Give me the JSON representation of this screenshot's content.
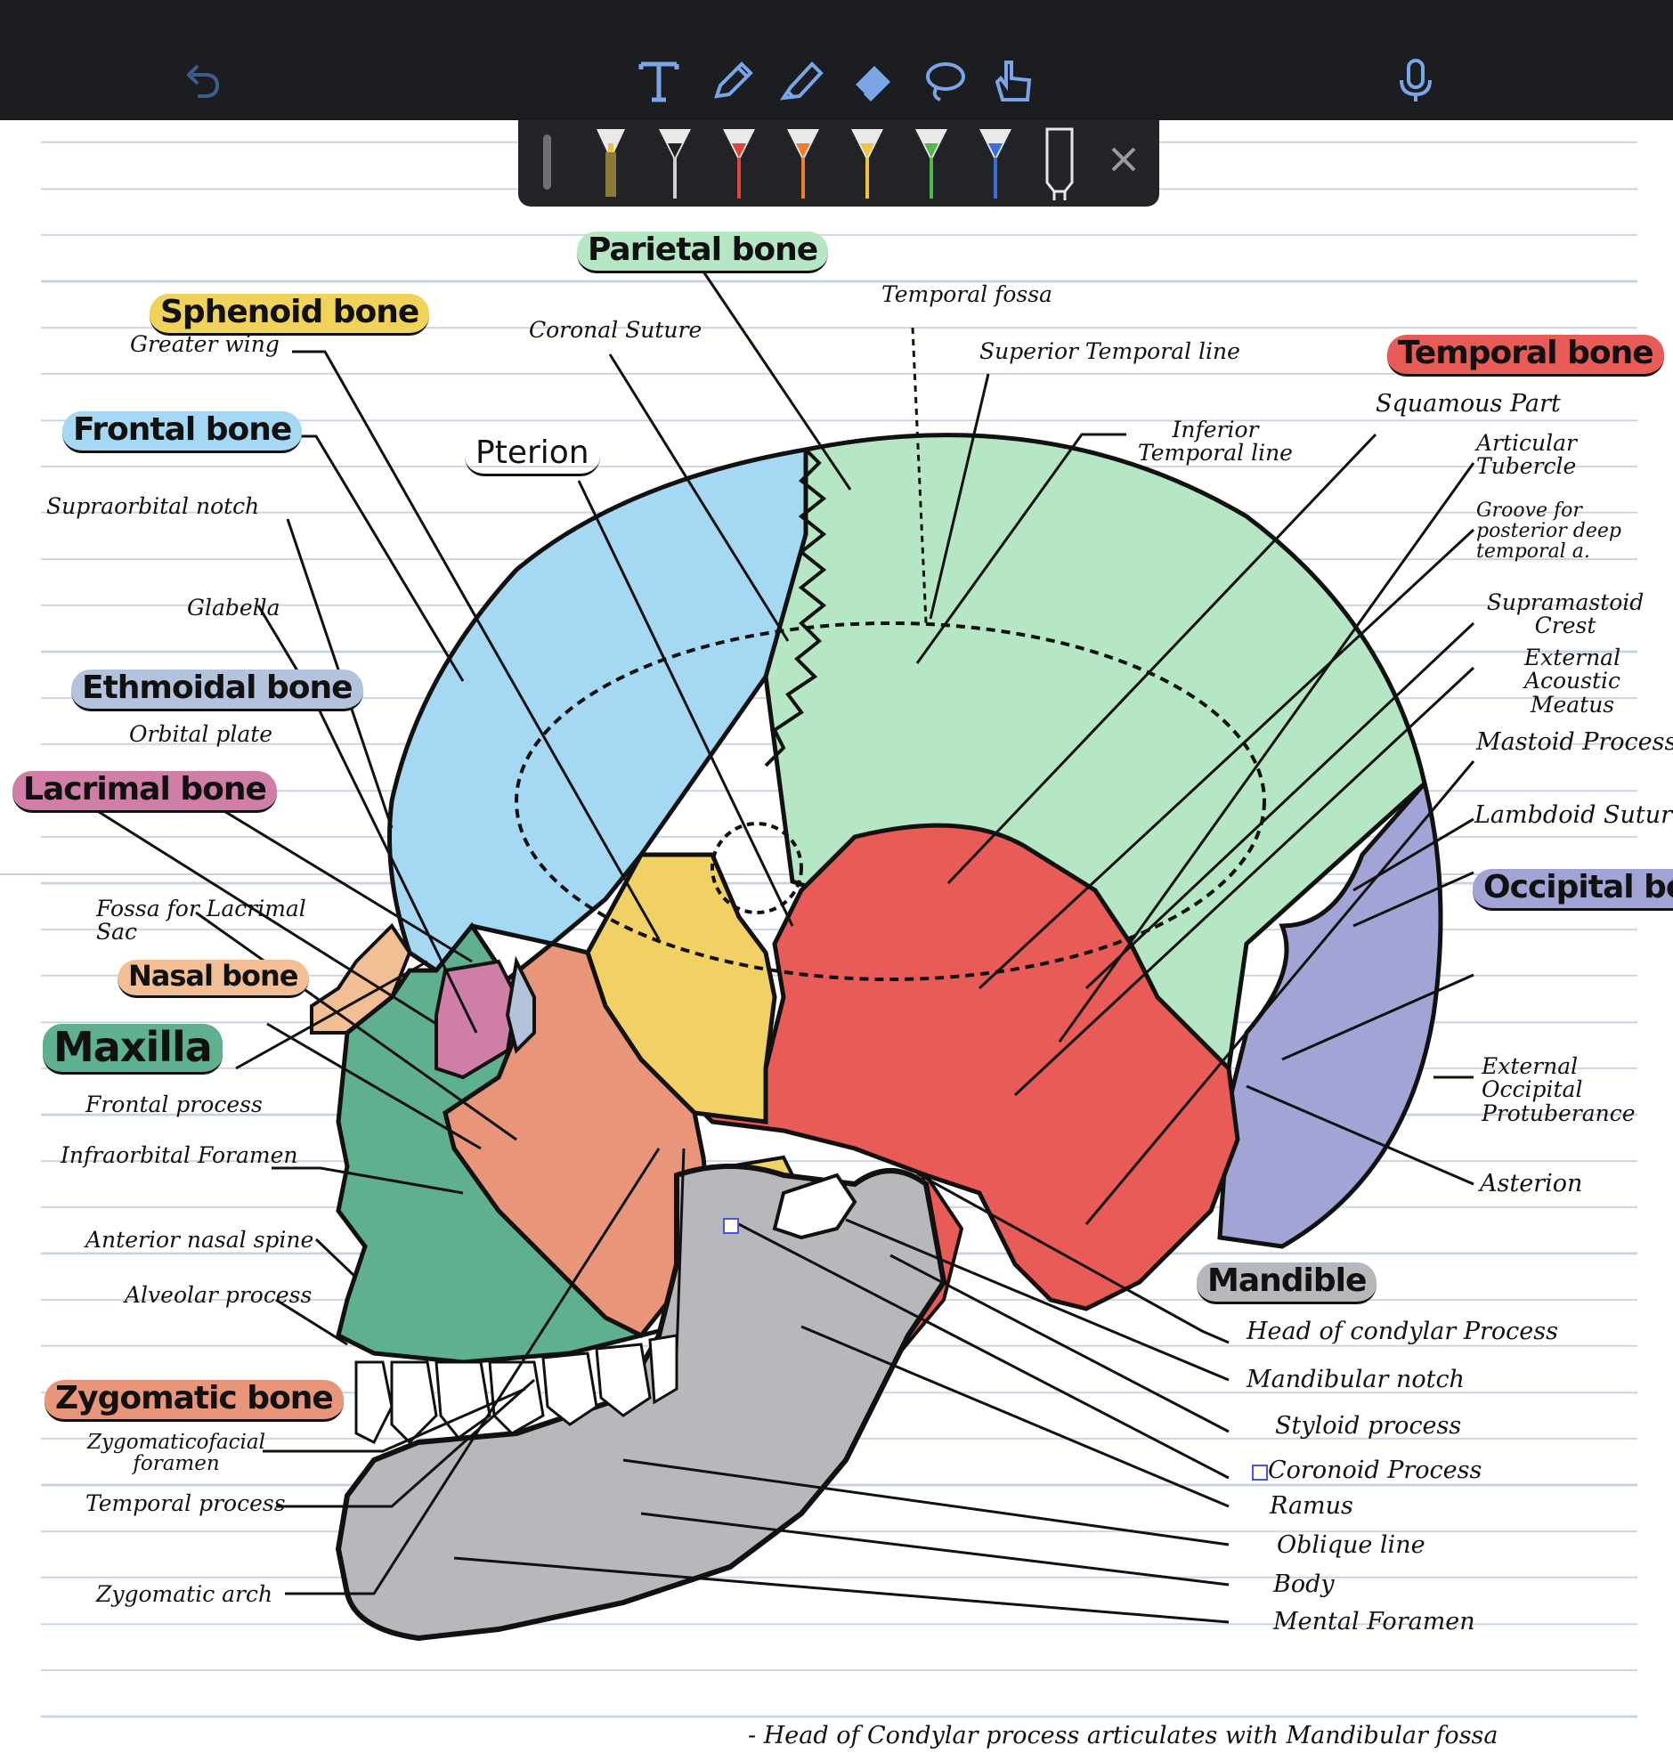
{
  "toolbar": {
    "icons": [
      "undo-icon",
      "text-icon",
      "pen-icon",
      "highlighter-icon",
      "eraser-icon",
      "lasso-icon",
      "touch-icon",
      "microphone-icon"
    ],
    "pens": [
      {
        "name": "pencil-thin",
        "color": "#9aa0a6"
      },
      {
        "name": "highlighter-olive",
        "color": "#8b7b3a"
      },
      {
        "name": "pen-black",
        "color": "#222222"
      },
      {
        "name": "pen-red",
        "color": "#e0443a"
      },
      {
        "name": "pen-orange",
        "color": "#ec7e2e"
      },
      {
        "name": "pen-yellow",
        "color": "#f2c23a"
      },
      {
        "name": "pen-green",
        "color": "#54b848"
      },
      {
        "name": "pen-blue",
        "color": "#3a6ed8"
      },
      {
        "name": "pen-outline",
        "color": "#ffffff"
      }
    ]
  },
  "colors": {
    "frontal": "#a5d8f3",
    "parietal": "#b5e7c4",
    "temporal": "#e95b56",
    "sphenoid": "#f1d064",
    "zygomatic": "#e8957a",
    "maxilla": "#5fb08e",
    "nasal": "#f2be94",
    "lacrimal": "#cf7fa7",
    "ethmoidal": "#b3c3dc",
    "occipital": "#a3a4d6",
    "mandible": "#b6b8bb"
  },
  "labels": {
    "parietal_bone": "Parietal bone",
    "sphenoid_bone": "Sphenoid bone",
    "greater_wing": "Greater wing",
    "coronal_suture": "Coronal Suture",
    "temporal_fossa": "Temporal fossa",
    "superior_temporal_line": "Superior Temporal line",
    "temporal_bone": "Temporal bone",
    "frontal_bone": "Frontal bone",
    "pterion": "Pterion",
    "inferior_temporal_line": "Inferior Temporal line",
    "squamous_part": "Squamous Part",
    "articular_tubercle": "Articular Tubercle",
    "supraorbital_notch": "Supraorbital notch",
    "groove": "Groove for posterior deep temporal a.",
    "glabella": "Glabella",
    "supramastoid_crest": "Supramastoid Crest",
    "external_acoustic_meatus": "External Acoustic Meatus",
    "ethmoidal_bone": "Ethmoidal bone",
    "orbital_plate": "Orbital plate",
    "mastoid_process": "Mastoid Process",
    "lacrimal_bone": "Lacrimal bone",
    "lambdoid_suture": "Lambdoid Suture",
    "occipital_bone": "Occipital bone",
    "fossa_lacrimal_sac": "Fossa for Lacrimal Sac",
    "nasal_bone": "Nasal bone",
    "maxilla": "Maxilla",
    "frontal_process": "Frontal process",
    "external_occipital_protuberance": "External Occipital Protuberance",
    "infraorbital_foramen": "Infraorbital Foramen",
    "asterion": "Asterion",
    "anterior_nasal_spine": "Anterior nasal spine",
    "mandible": "Mandible",
    "alveolar_process": "Alveolar process",
    "head_condylar_process": "Head of condylar Process",
    "mandibular_notch": "Mandibular notch",
    "zygomatic_bone": "Zygomatic bone",
    "styloid_process": "Styloid process",
    "zygomaticofacial_foramen": "Zygomaticofacial foramen",
    "coronoid_process": "Coronoid Process",
    "temporal_process": "Temporal process",
    "ramus": "Ramus",
    "oblique_line": "Oblique line",
    "body": "Body",
    "zygomatic_arch": "Zygomatic arch",
    "mental_foramen": "Mental Foramen",
    "note": "- Head of Condylar process articulates with Mandibular fossa"
  }
}
